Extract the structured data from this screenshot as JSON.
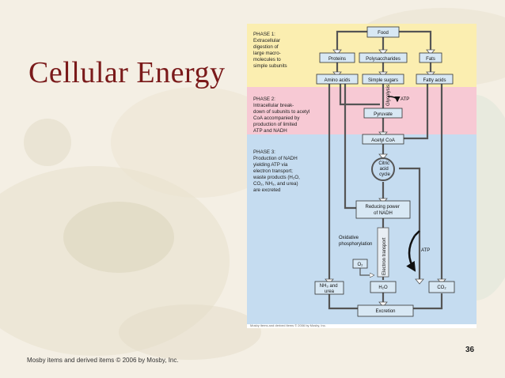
{
  "slide": {
    "title": "Cellular Energy",
    "footer": "Mosby items and derived items © 2006 by Mosby, Inc.",
    "page_number": "36"
  },
  "figure": {
    "phase1": [
      "PHASE 1:",
      "Extracellular",
      "digestion of",
      "large macro-",
      "molecules to",
      "simple subunits"
    ],
    "phase2": [
      "PHASE 2:",
      "Intracellular break-",
      "down of subunits to acetyl",
      "CoA accompanied by",
      "production of limited",
      "ATP and NADH"
    ],
    "phase3": [
      "PHASE 3:",
      "Production of NADH",
      "yielding ATP via",
      "electron transport;",
      "waste products (H₂O,",
      "CO₂, NH₃, and urea)",
      "are excreted"
    ],
    "food": "Food",
    "proteins": "Proteins",
    "polysaccharides": "Polysaccharides",
    "fats": "Fats",
    "amino_acids": "Amino acids",
    "simple_sugars": "Simple sugars",
    "fatty_acids": "Fatty acids",
    "glycolysis": "Glycolysis",
    "atp": "ATP",
    "pyruvate": "Pyruvate",
    "acetyl_coa": "Acetyl CoA",
    "citric_cycle": [
      "Citric",
      "acid",
      "cycle"
    ],
    "reducing_power": [
      "Reducing power",
      "of NADH"
    ],
    "oxidative": [
      "Oxidative",
      "phosphorylation"
    ],
    "electron_transport": "Electron transport",
    "atp2": "ATP",
    "o2": "O₂",
    "nh3_urea": [
      "NH₃ and",
      "urea"
    ],
    "h2o": "H₂O",
    "co2": "CO₂",
    "excretion": "Excretion",
    "credit": "Mosby items and derived items © 2006 by Mosby, Inc."
  },
  "colors": {
    "title": "#7a1a1a",
    "phase1": "#fbeeb0",
    "phase2": "#f7c9d4",
    "phase3": "#c5dcf0",
    "box": "#d8e8f4"
  }
}
